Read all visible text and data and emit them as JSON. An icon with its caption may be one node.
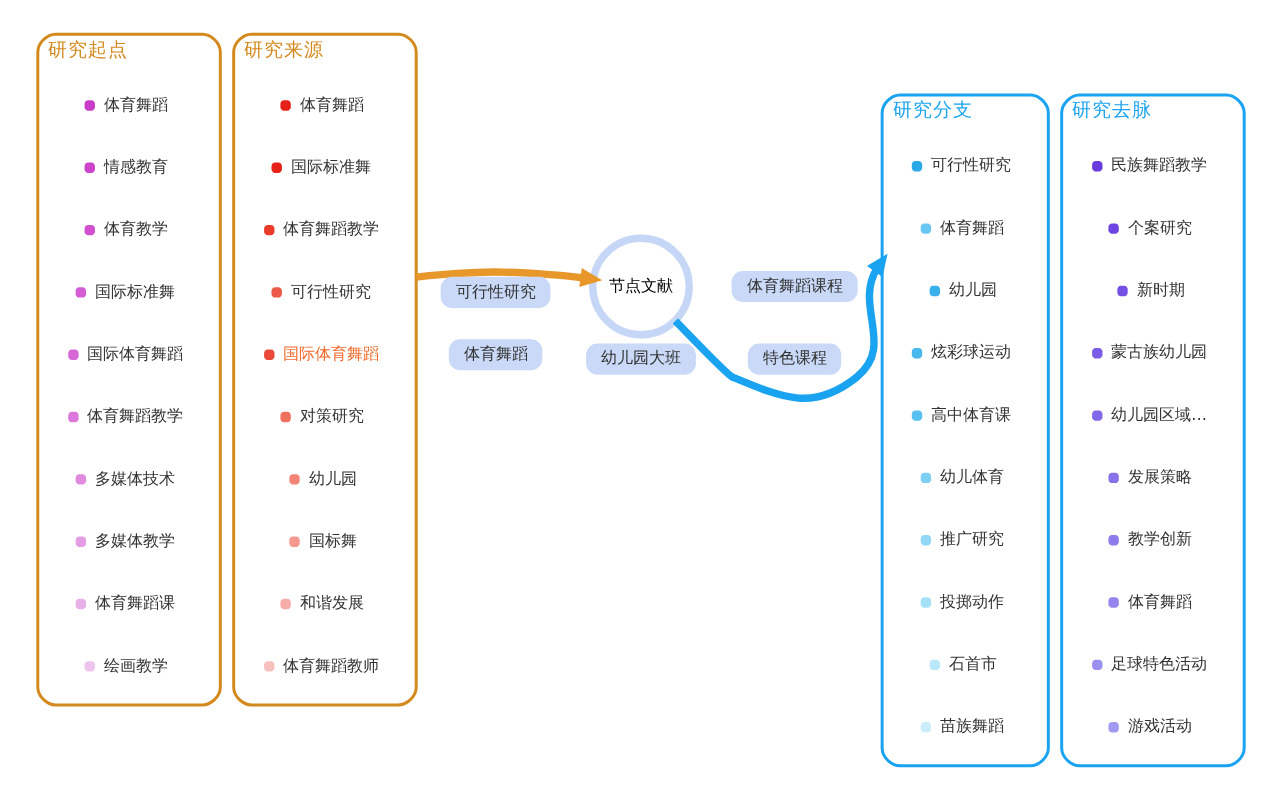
{
  "diagram": {
    "nodes": [
      {
        "text": [
          "研究起点"
        ]
      },
      {
        "text": [
          "体育舞蹈"
        ],
        "in": 0
      },
      {
        "text": [
          "情感教育"
        ],
        "in": 0
      },
      {
        "text": [
          "体育教学"
        ],
        "in": 0
      },
      {
        "text": [
          "国际标准舞"
        ],
        "in": 0
      },
      {
        "text": [
          "国际体育舞蹈"
        ],
        "in": 0
      },
      {
        "text": [
          "体育舞蹈教学"
        ],
        "in": 0
      },
      {
        "text": [
          "多媒体技术"
        ],
        "in": 0
      },
      {
        "text": [
          "多媒体教学"
        ],
        "in": 0
      },
      {
        "text": [
          "体育舞蹈课"
        ],
        "in": 0
      },
      {
        "text": [
          "绘画教学"
        ],
        "in": 0
      },
      {
        "text": [
          "研究来源"
        ]
      },
      {
        "text": [
          "体育舞蹈"
        ],
        "in": 11
      },
      {
        "text": [
          "国际标准舞"
        ],
        "in": 11
      },
      {
        "text": [
          "体育舞蹈教学"
        ],
        "in": 11
      },
      {
        "text": [
          "国际体育舞蹈"
        ],
        "in": 11
      },
      {
        "text": [
          "可行性研究"
        ],
        "in": 11
      },
      {
        "text": [
          "对策研究"
        ],
        "in": 11
      },
      {
        "text": [
          "幼儿园"
        ],
        "in": 11
      },
      {
        "text": [
          "国标舞"
        ],
        "in": 11
      },
      {
        "text": [
          "和谐发展"
        ],
        "in": 11
      },
      {
        "text": [
          "体育舞蹈教师"
        ],
        "in": 11
      },
      {
        "text": [
          "节点文献"
        ]
      },
      {
        "text": [
          "幼儿园大班"
        ]
      },
      {
        "text": [
          "特色课程"
        ]
      },
      {
        "text": [
          "体育舞蹈"
        ]
      },
      {
        "text": [
          "体育舞蹈课程"
        ]
      },
      {
        "text": [
          "可行性研究"
        ]
      },
      {
        "text": [
          "研究分支"
        ]
      },
      {
        "text": [
          "可行性研究"
        ],
        "in": 28
      },
      {
        "text": [
          "幼儿园"
        ],
        "in": 28
      },
      {
        "text": [
          "炫彩球运动"
        ],
        "in": 28
      },
      {
        "text": [
          "高中体育课"
        ],
        "in": 28
      },
      {
        "text": [
          "体育舞蹈"
        ],
        "in": 28
      },
      {
        "text": [
          "幼儿体育"
        ],
        "in": 28
      },
      {
        "text": [
          "推广研究"
        ],
        "in": 28
      },
      {
        "text": [
          "投掷动作"
        ],
        "in": 28
      },
      {
        "text": [
          "石首市"
        ],
        "in": 28
      },
      {
        "text": [
          "苗族舞蹈"
        ],
        "in": 28
      },
      {
        "text": [
          "研究去脉"
        ]
      },
      {
        "text": [
          "民族舞蹈教学"
        ],
        "in": 39
      },
      {
        "text": [
          "个案研究"
        ],
        "in": 39
      },
      {
        "text": [
          "新时期"
        ],
        "in": 39
      },
      {
        "text": [
          "蒙古族幼儿园"
        ],
        "in": 39
      },
      {
        "text": [
          "幼儿园区域..."
        ],
        "in": 39
      },
      {
        "text": [
          "发展策略"
        ],
        "in": 39
      },
      {
        "text": [
          "教学创新"
        ],
        "in": 39
      },
      {
        "text": [
          "体育舞蹈"
        ],
        "in": 39
      },
      {
        "text": [
          "足球特色活动"
        ],
        "in": 39
      },
      {
        "text": [
          "游戏活动"
        ],
        "in": 39
      }
    ],
    "edges": [
      {
        "from": 11,
        "to": 22,
        "arrow": "to",
        "color": "#e8972b"
      },
      {
        "from": 22,
        "to": 28,
        "arrow": "to",
        "color": "#1aa3f0"
      }
    ]
  }
}
